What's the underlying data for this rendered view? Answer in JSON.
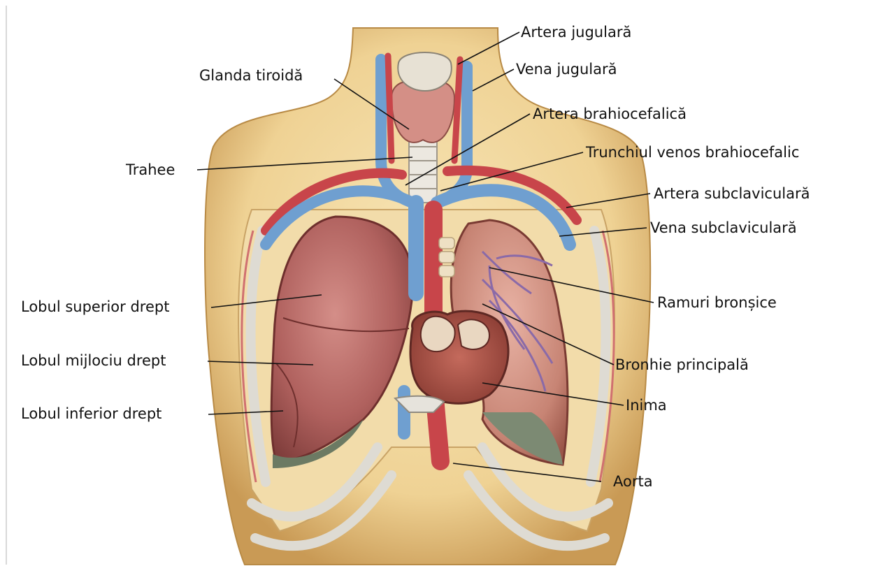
{
  "labels": {
    "artera_jugulara": "Artera jugulară",
    "vena_jugulara": "Vena jugulară",
    "glanda_tiroida": "Glanda tiroidă",
    "artera_brahiocefalica": "Artera brahiocefalică",
    "trunchiul_venos": "Trunchiul venos brahiocefalic",
    "trahee": "Trahee",
    "artera_subclaviculara": "Artera subclaviculară",
    "vena_subclaviculara": "Vena subclaviculară",
    "ramuri_bronsice": "Ramuri bronșice",
    "lobul_superior": "Lobul superior drept",
    "lobul_mijlociu": "Lobul mijlociu drept",
    "lobul_inferior": "Lobul inferior drept",
    "bronhie_principala": "Bronhie principală",
    "inima": "Inima",
    "aorta": "Aorta"
  },
  "colors": {
    "skin": "#f3d9a0",
    "skin_shadow": "#d9b36c",
    "vein": "#6f9fd0",
    "artery": "#c8454a",
    "lung": "#b56a67",
    "heart": "#a85148",
    "bone": "#e6e3dc",
    "trachea": "#ece8e0"
  }
}
